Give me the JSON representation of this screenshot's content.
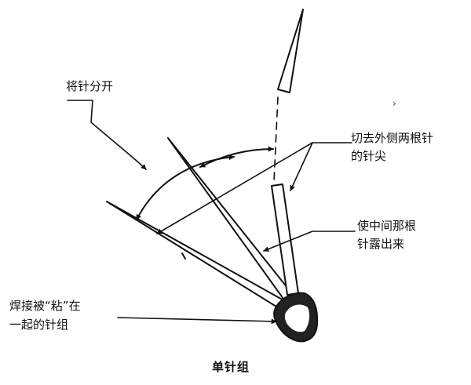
{
  "labels": {
    "separate_needles": "将针分开",
    "cut_tips_line1": "切去外侧两根针",
    "cut_tips_line2": "的针尖",
    "expose_middle_line1": "使中间那根",
    "expose_middle_line2": "针露出来",
    "welded_line1": "焊接被“粘”在",
    "welded_line2": "一起的针组",
    "stray_mark": "›"
  },
  "caption": "单针组",
  "colors": {
    "ink": "#111111",
    "background": "#ffffff"
  }
}
